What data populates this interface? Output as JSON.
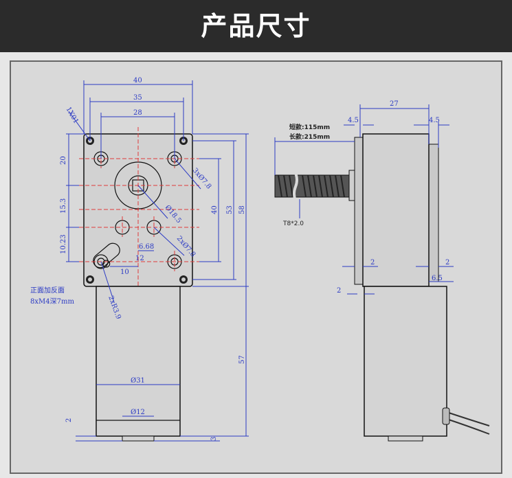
{
  "header": {
    "title": "产品尺寸"
  },
  "colors": {
    "dimension": "#2b3ac4",
    "centerline": "#e03b3b",
    "header_bg": "#2b2b2b"
  },
  "front_view": {
    "width_40": "40",
    "width_35": "35",
    "width_28": "28",
    "chamfer": "1X01",
    "height_20": "20",
    "height_15_3": "15.3",
    "height_10_23": "10.23",
    "holes_3x7_8": "3xØ7.8",
    "bore_18_5": "Ø18.5",
    "holes_2x7_8": "2xØ7.8",
    "offset_6_68": "6.68",
    "offset_12": "12",
    "offset_10": "10",
    "height_40": "40",
    "height_53": "53",
    "height_58": "58",
    "slot_r3_9": "2xR3.9",
    "note_line1": "正面加反面",
    "note_line2": "8xM4深7mm",
    "motor_diameter_31": "Ø31",
    "shaft_diameter_12": "Ø12",
    "motor_length_57": "57",
    "bottom_2": "2",
    "bottom_3": "3"
  },
  "side_view": {
    "width_27": "27",
    "left_4_5": "4.5",
    "right_4_5": "4.5",
    "short_label": "短款:115mm",
    "long_label": "长款:215mm",
    "thread": "T8*2.0",
    "gap_left_2": "2",
    "gap_right_2": "2",
    "bottom_2": "2",
    "bottom_6_5": "6.5"
  }
}
